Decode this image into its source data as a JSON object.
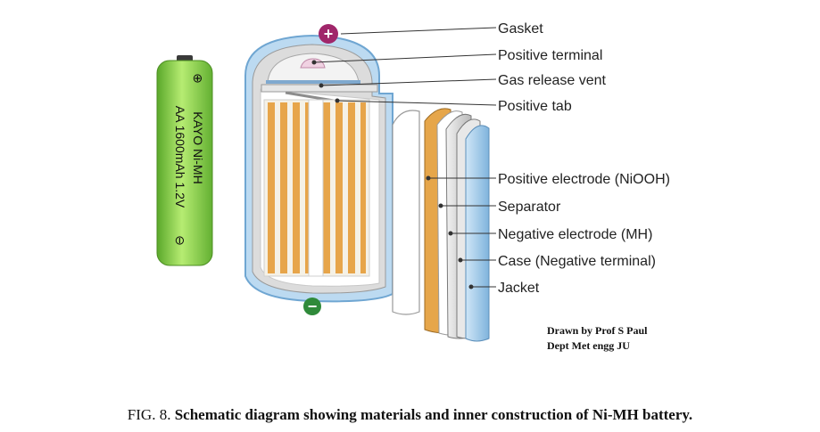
{
  "battery": {
    "brand_line": "KAYO Ni-MH",
    "spec_line": "AA 1600mAh 1.2V",
    "plus_symbol": "⊕",
    "minus_symbol": "⊖"
  },
  "terminals": {
    "plus": "+",
    "minus": "−"
  },
  "labels": {
    "gasket": "Gasket",
    "positive_terminal": "Positive terminal",
    "gas_release_vent": "Gas release vent",
    "positive_tab": "Positive tab",
    "positive_electrode": "Positive electrode (NiOOH)",
    "separator": "Separator",
    "negative_electrode": "Negative electrode (MH)",
    "case": "Case (Negative terminal)",
    "jacket": "Jacket"
  },
  "credit": {
    "line1": "Drawn by Prof S Paul",
    "line2": "Dept Met engg JU"
  },
  "caption": {
    "fig_no": "FIG. 8.",
    "text": "Schematic diagram showing materials and inner construction of Ni-MH battery."
  },
  "colors": {
    "jacket": "#9cc6e6",
    "positive_electrode": "#e6a64a",
    "battery_green": "#8ed64a",
    "terminal_plus": "#a0266a",
    "terminal_minus": "#2f8a3a"
  }
}
